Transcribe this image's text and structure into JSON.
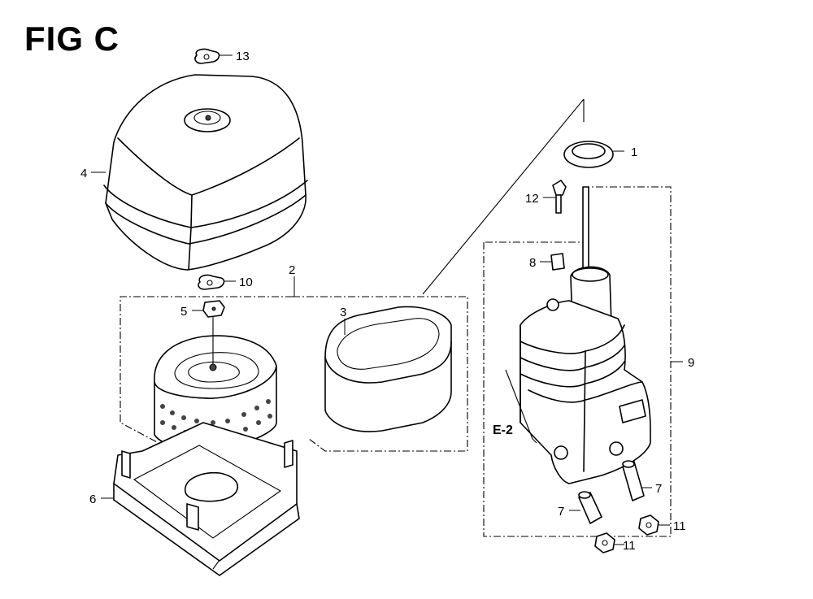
{
  "diagram": {
    "title": "FIG C",
    "labels": {
      "p1": "1",
      "p2": "2",
      "p3": "3",
      "p4": "4",
      "p5": "5",
      "p6": "6",
      "p7a": "7",
      "p7b": "7",
      "p8": "8",
      "p9": "9",
      "p10": "10",
      "p11a": "11",
      "p11b": "11",
      "p12": "12",
      "p13": "13",
      "ref": "E-2"
    }
  }
}
